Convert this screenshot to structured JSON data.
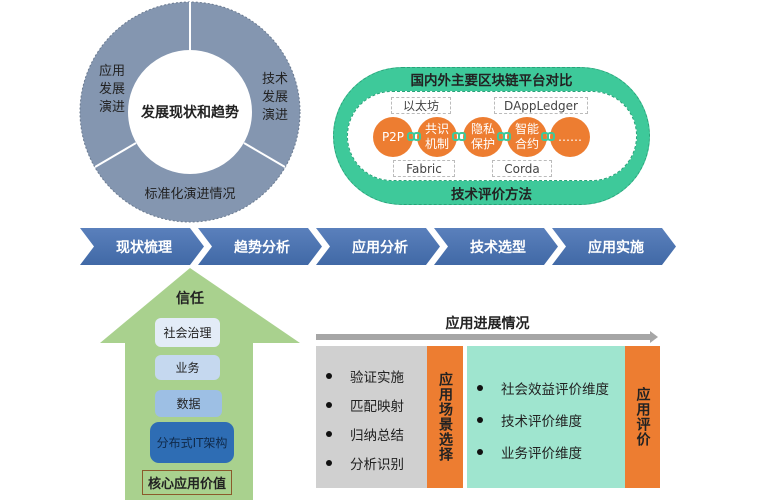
{
  "donut": {
    "center": "发展现状和趋势",
    "segments": [
      "应用发展演进",
      "技术发展演进",
      "标准化演进情况"
    ],
    "color": "#8496b0"
  },
  "platform": {
    "title": "国内外主要区块链平台对比",
    "footer": "技术评价方法",
    "platforms_top": [
      "以太坊",
      "DAppLedger"
    ],
    "platforms_bottom": [
      "Fabric",
      "Corda"
    ],
    "tech_nodes": [
      "P2P",
      "共识机制",
      "隐私保护",
      "智能合约",
      "……"
    ],
    "color": "#3ec99a"
  },
  "process": [
    "现状梳理",
    "趋势分析",
    "应用分析",
    "技术选型",
    "应用实施"
  ],
  "value_arrow": {
    "top": "信任",
    "layers": [
      "社会治理",
      "业务",
      "数据",
      "分布式IT架构"
    ],
    "base": "核心应用价值"
  },
  "progress": {
    "title": "应用进展情况",
    "steps": [
      "验证实施",
      "匹配映射",
      "归纳总结",
      "分析识别"
    ],
    "scene_label": "应用场景选择",
    "dimensions": [
      "社会效益评价维度",
      "技术评价维度",
      "业务评价维度"
    ],
    "eval_label": "应用评价"
  }
}
